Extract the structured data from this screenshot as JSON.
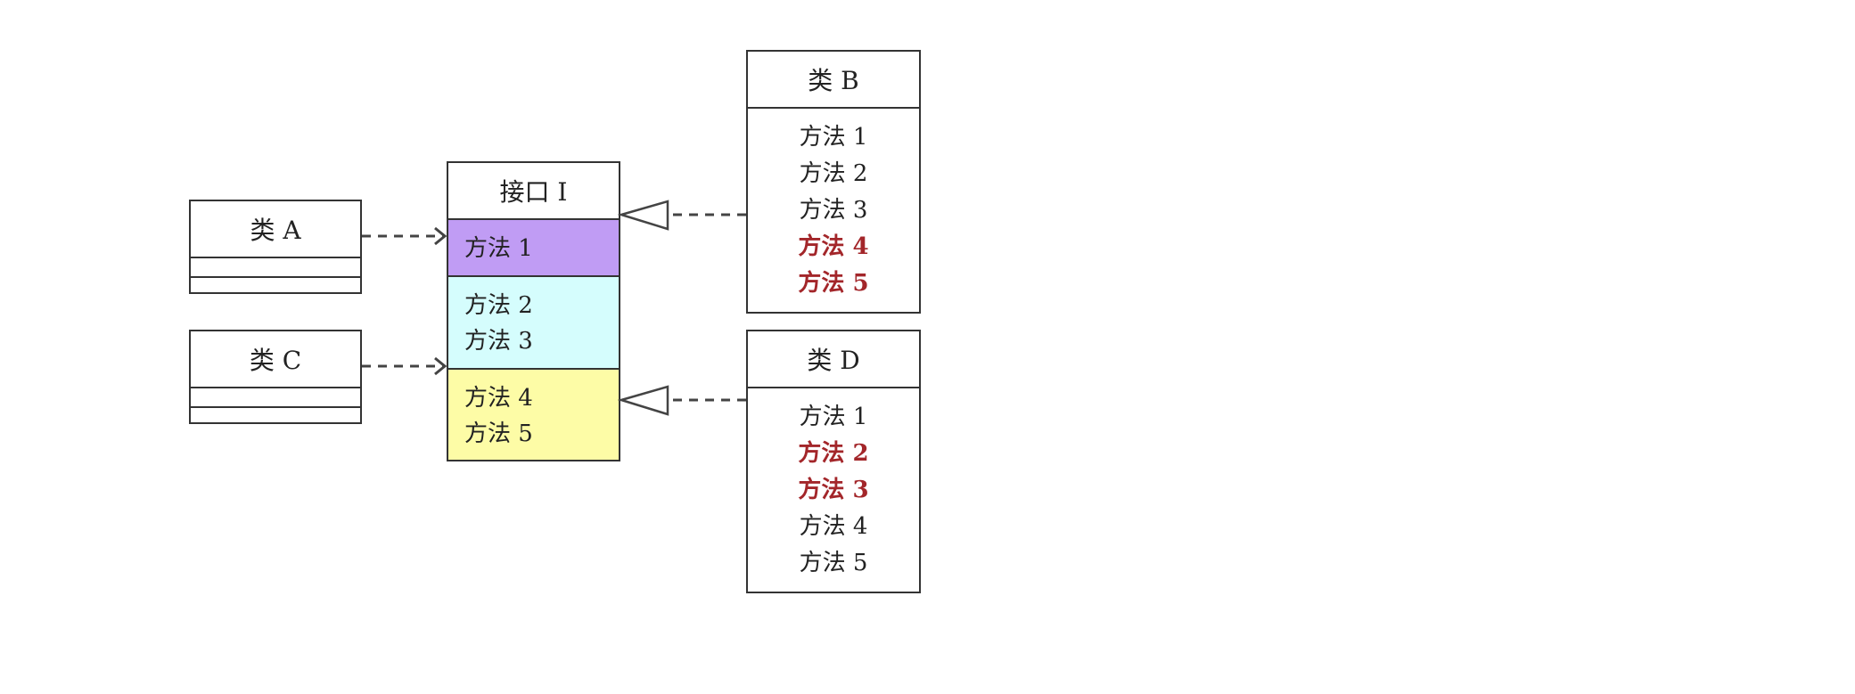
{
  "diagram": {
    "class_a": {
      "title": "类 A"
    },
    "class_c": {
      "title": "类 C"
    },
    "interface_i": {
      "title": "接口 I",
      "sections": [
        {
          "color": "#c09cf4",
          "methods": [
            "方法 1"
          ]
        },
        {
          "color": "#d5fdfd",
          "methods": [
            "方法 2",
            "方法 3"
          ]
        },
        {
          "color": "#fdfca6",
          "methods": [
            "方法 4",
            "方法 5"
          ]
        }
      ]
    },
    "class_b": {
      "title": "类 B",
      "methods": [
        {
          "label": "方法 1",
          "highlight": false
        },
        {
          "label": "方法 2",
          "highlight": false
        },
        {
          "label": "方法 3",
          "highlight": false
        },
        {
          "label": "方法 4",
          "highlight": true
        },
        {
          "label": "方法 5",
          "highlight": true
        }
      ]
    },
    "class_d": {
      "title": "类 D",
      "methods": [
        {
          "label": "方法 1",
          "highlight": false
        },
        {
          "label": "方法 2",
          "highlight": true
        },
        {
          "label": "方法 3",
          "highlight": true
        },
        {
          "label": "方法 4",
          "highlight": false
        },
        {
          "label": "方法 5",
          "highlight": false
        }
      ]
    },
    "colors": {
      "border": "#333333",
      "highlight_text": "#a3262a"
    }
  }
}
